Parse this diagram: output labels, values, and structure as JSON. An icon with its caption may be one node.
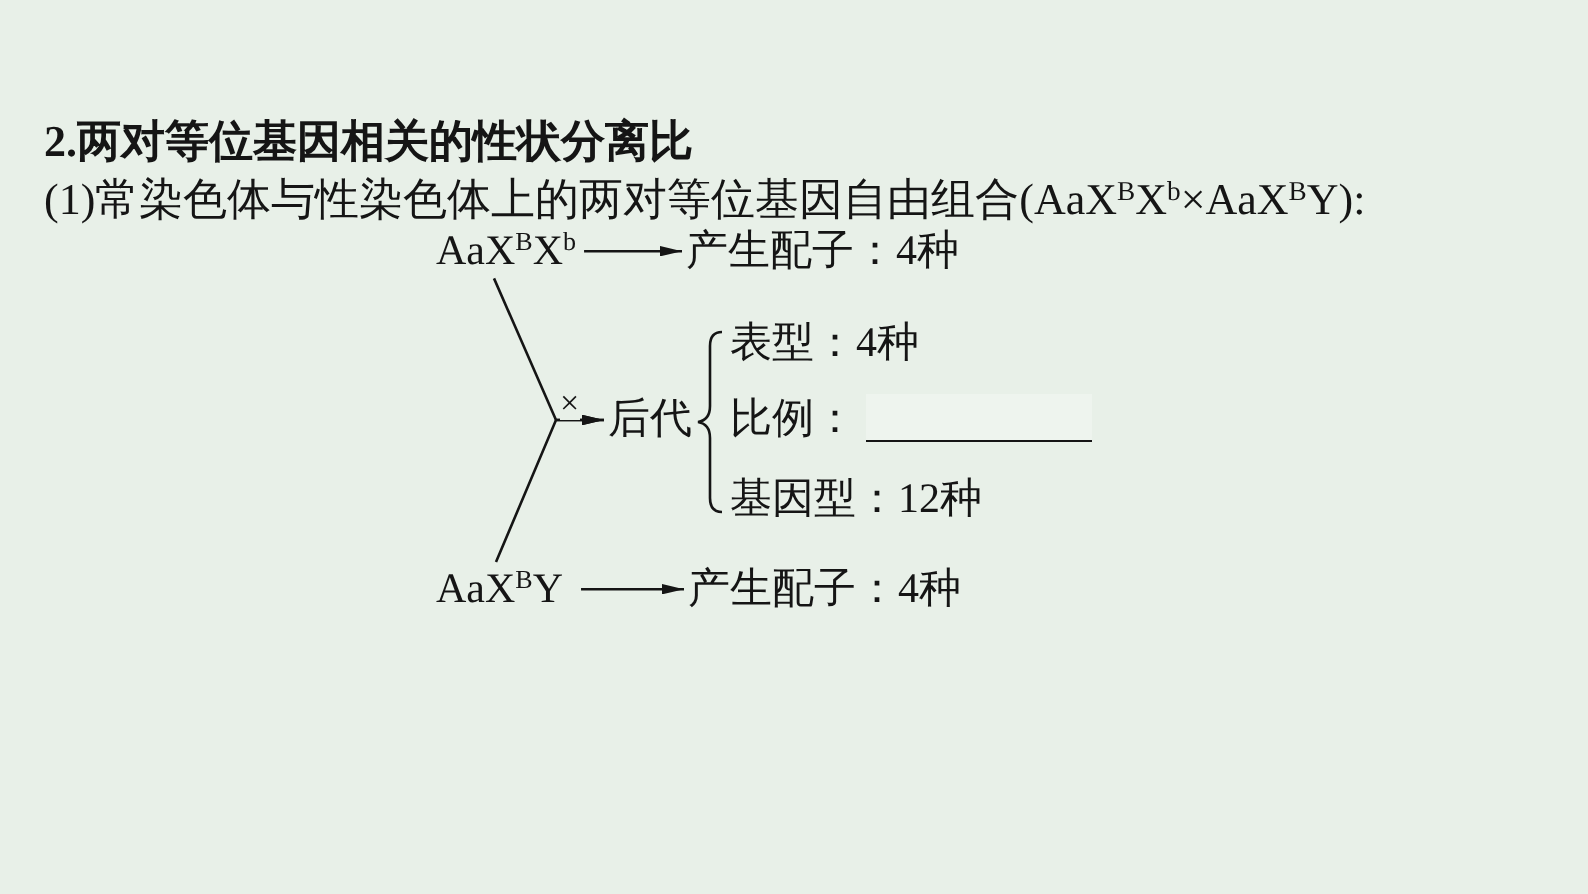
{
  "diagram": {
    "title": "2.两对等位基因相关的性状分离比",
    "nodes": [
      {
        "text": [
          "AaX$^{B}$X$^{b}$"
        ]
      },
      {
        "text": [
          "产生配子：4种"
        ]
      },
      {
        "text": [
          "后代"
        ]
      },
      {
        "text": [
          "AaX$^{B}$Y"
        ]
      },
      {
        "text": [
          "产生配子：4种"
        ]
      }
    ],
    "edges": [
      {
        "from": 0,
        "to": 1,
        "arrow": "to"
      },
      {
        "from": 0,
        "to": 2,
        "arrow": "to",
        "label": "×"
      },
      {
        "from": 3,
        "to": 2,
        "arrow": "to"
      },
      {
        "from": 3,
        "to": 4,
        "arrow": "to"
      }
    ],
    "labels": [
      "(1)常染色体与性染色体上的两对等位基因自由组合(AaX$^{B}$X$^{b}$×AaX$^{B}$Y):",
      "表型：4种",
      "比例：",
      "基因型：12种"
    ]
  }
}
